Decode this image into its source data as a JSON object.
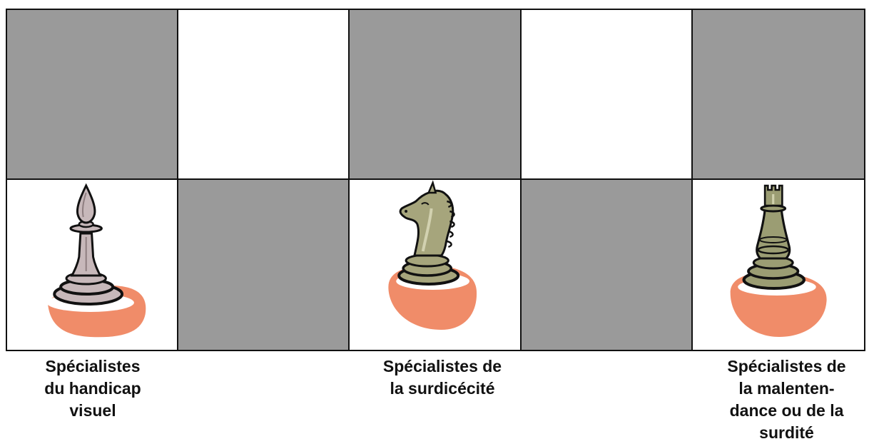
{
  "board": {
    "colors": {
      "dark_square": "#9a9a9a",
      "light_square": "#ffffff",
      "border": "#111111",
      "blob": "#f08c69",
      "bishop": "#c7b8ba",
      "knight": "#a6a57c",
      "rook": "#9b9d73"
    },
    "pieces": [
      "bishop-icon",
      "knight-icon",
      "rook-icon"
    ]
  },
  "labels": [
    {
      "lines": [
        "Spécialistes",
        "du handicap",
        "visuel"
      ]
    },
    {
      "lines": [
        "Spécialistes de",
        "la surdicécité"
      ]
    },
    {
      "lines": [
        "Spécialistes de",
        "la malenten-",
        "dance ou de la",
        "surdité"
      ]
    }
  ]
}
